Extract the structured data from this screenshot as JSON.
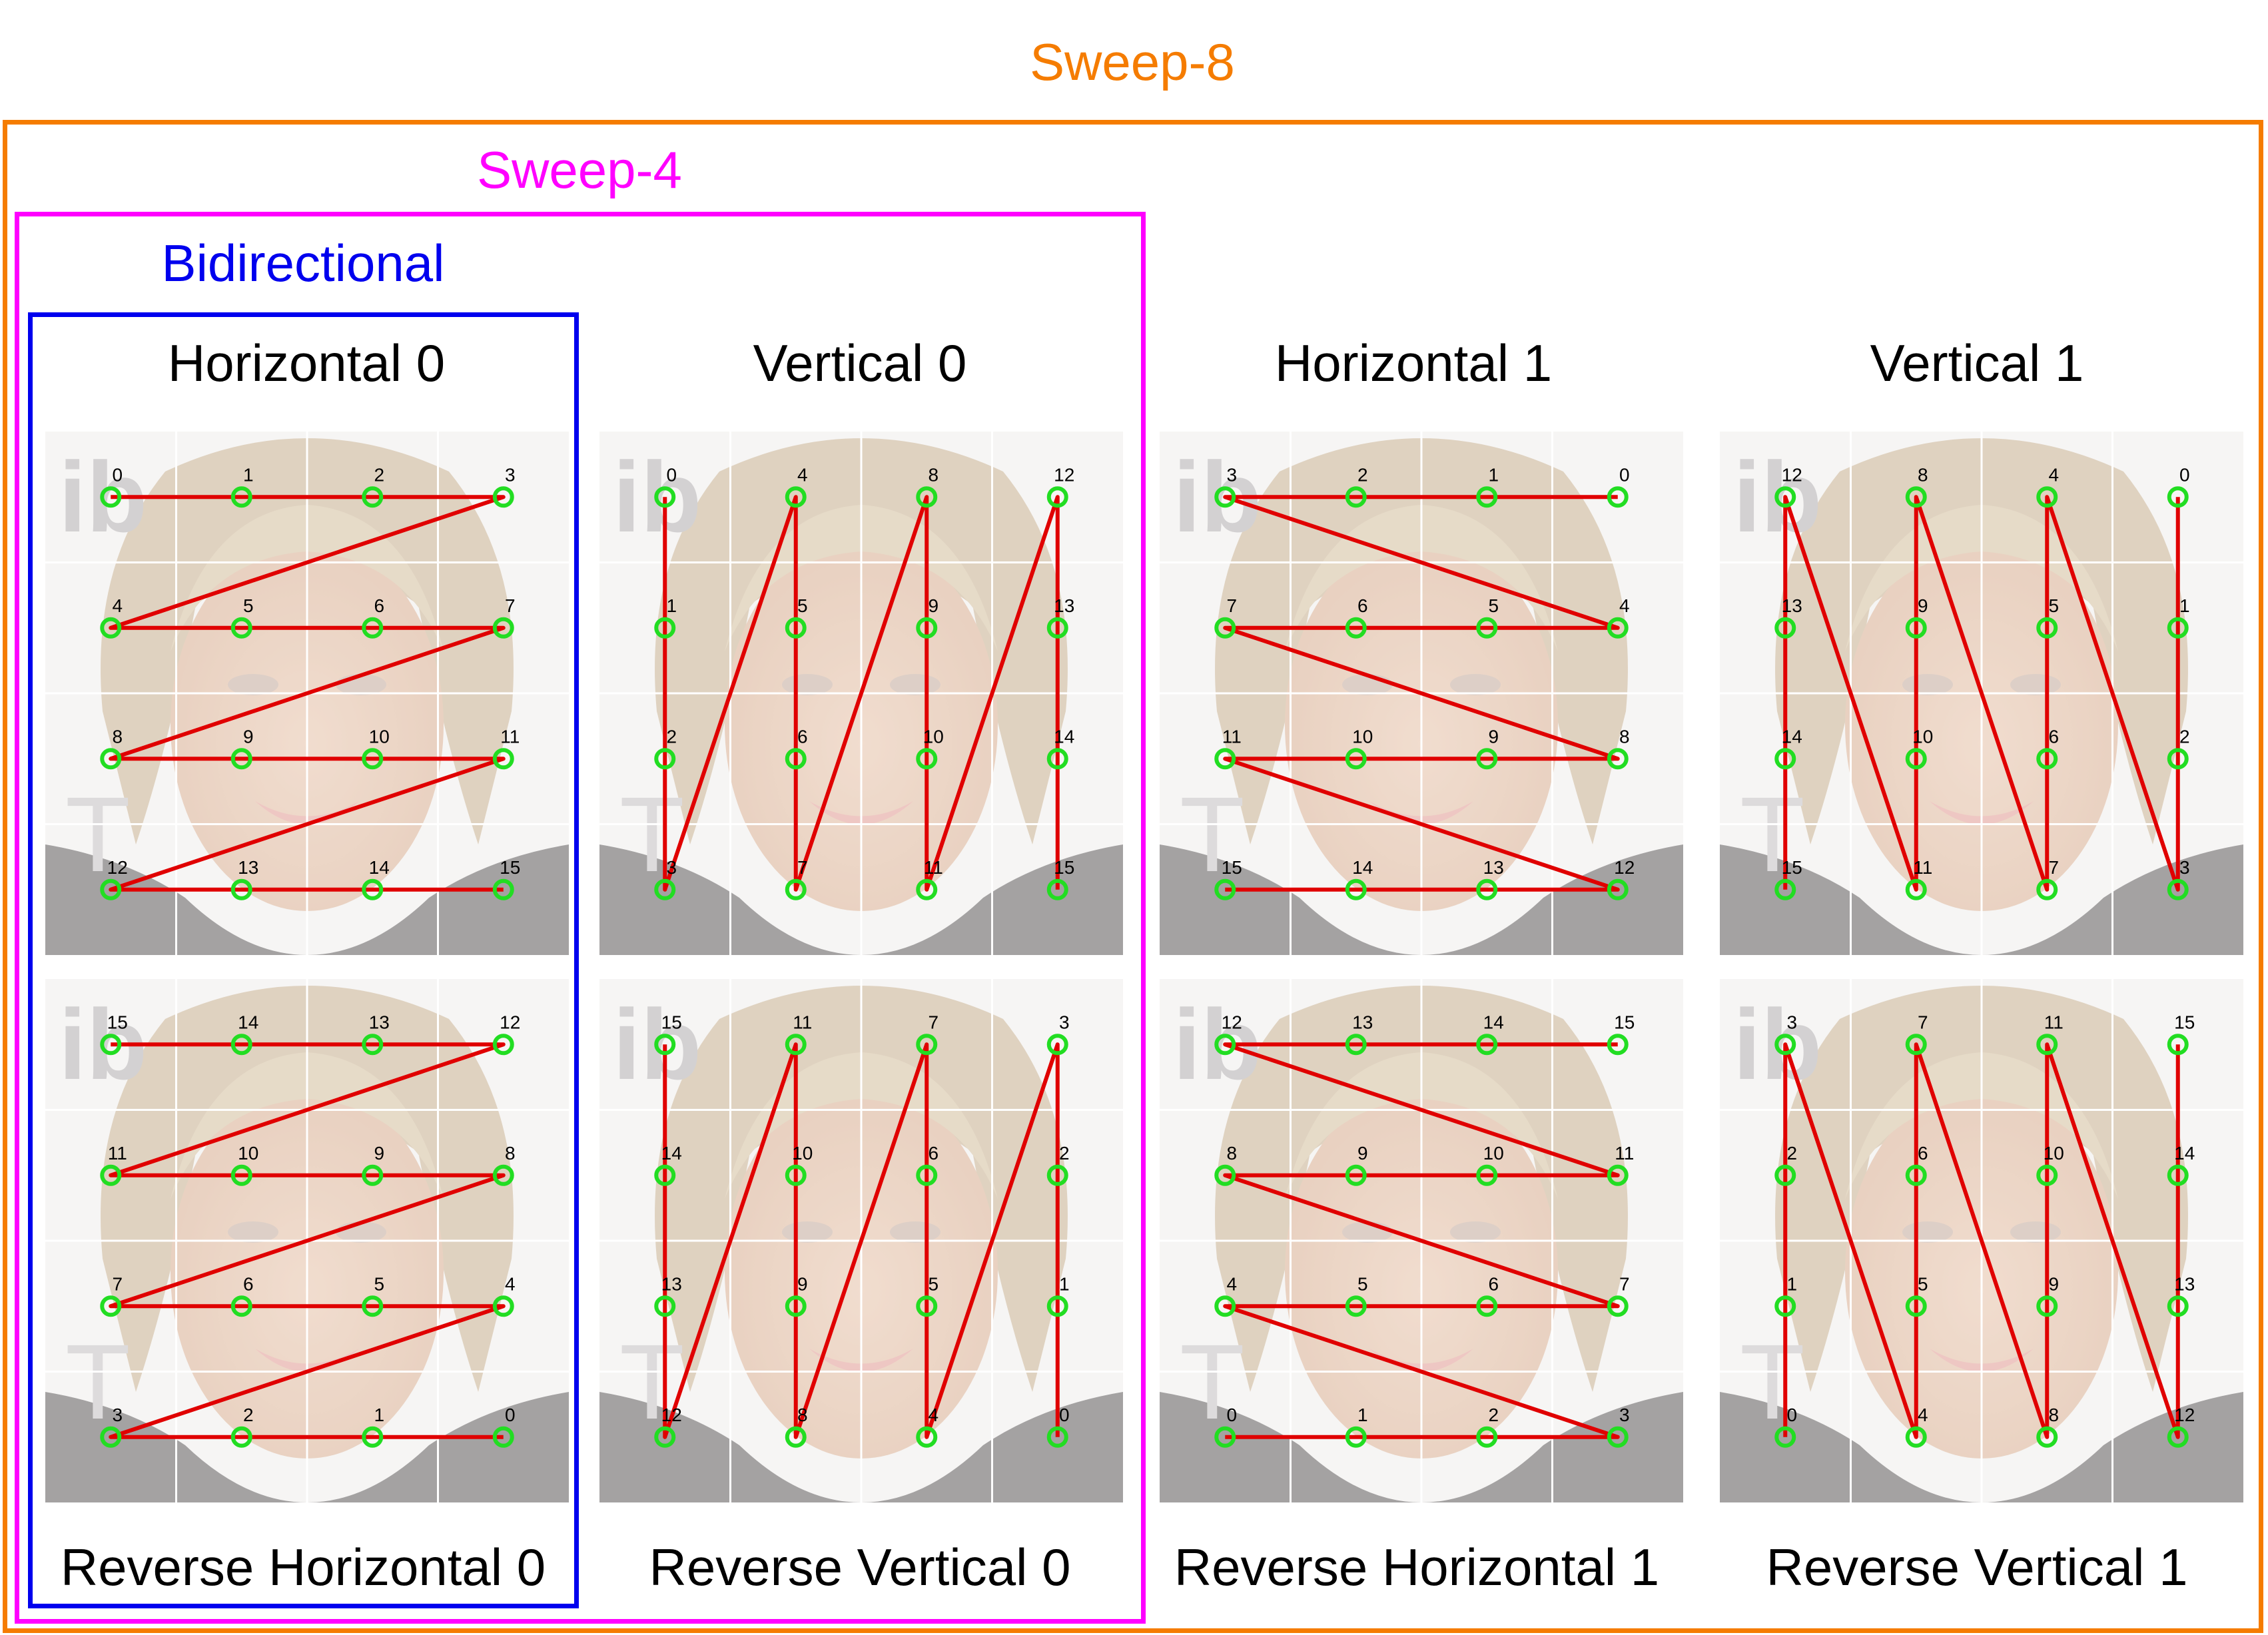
{
  "frames": {
    "sweep8": "Sweep-8",
    "sweep4": "Sweep-4",
    "bidirectional": "Bidirectional"
  },
  "columns": [
    {
      "top_title": "Horizontal 0",
      "bottom_title": "Reverse Horizontal 0"
    },
    {
      "top_title": "Vertical 0",
      "bottom_title": "Reverse Vertical 0"
    },
    {
      "top_title": "Horizontal 1",
      "bottom_title": "Reverse Horizontal 1"
    },
    {
      "top_title": "Vertical 1",
      "bottom_title": "Reverse Vertical 1"
    }
  ],
  "colors": {
    "sweep8": "#f57c00",
    "sweep4": "#ff00ff",
    "bidirectional": "#0000ee",
    "path": "#e00000",
    "node": "#22dd22"
  },
  "panels": [
    {
      "name": "horizontal-0",
      "labels": [
        [
          0,
          1,
          2,
          3
        ],
        [
          4,
          5,
          6,
          7
        ],
        [
          8,
          9,
          10,
          11
        ],
        [
          12,
          13,
          14,
          15
        ]
      ],
      "order": [
        [
          0,
          0
        ],
        [
          0,
          1
        ],
        [
          0,
          2
        ],
        [
          0,
          3
        ],
        [
          1,
          0
        ],
        [
          1,
          1
        ],
        [
          1,
          2
        ],
        [
          1,
          3
        ],
        [
          2,
          0
        ],
        [
          2,
          1
        ],
        [
          2,
          2
        ],
        [
          2,
          3
        ],
        [
          3,
          0
        ],
        [
          3,
          1
        ],
        [
          3,
          2
        ],
        [
          3,
          3
        ]
      ]
    },
    {
      "name": "vertical-0",
      "labels": [
        [
          0,
          4,
          8,
          12
        ],
        [
          1,
          5,
          9,
          13
        ],
        [
          2,
          6,
          10,
          14
        ],
        [
          3,
          7,
          11,
          15
        ]
      ],
      "order": [
        [
          0,
          0
        ],
        [
          1,
          0
        ],
        [
          2,
          0
        ],
        [
          3,
          0
        ],
        [
          0,
          1
        ],
        [
          1,
          1
        ],
        [
          2,
          1
        ],
        [
          3,
          1
        ],
        [
          0,
          2
        ],
        [
          1,
          2
        ],
        [
          2,
          2
        ],
        [
          3,
          2
        ],
        [
          0,
          3
        ],
        [
          1,
          3
        ],
        [
          2,
          3
        ],
        [
          3,
          3
        ]
      ]
    },
    {
      "name": "horizontal-1",
      "labels": [
        [
          3,
          2,
          1,
          0
        ],
        [
          7,
          6,
          5,
          4
        ],
        [
          11,
          10,
          9,
          8
        ],
        [
          15,
          14,
          13,
          12
        ]
      ],
      "order": [
        [
          0,
          3
        ],
        [
          0,
          2
        ],
        [
          0,
          1
        ],
        [
          0,
          0
        ],
        [
          1,
          3
        ],
        [
          1,
          2
        ],
        [
          1,
          1
        ],
        [
          1,
          0
        ],
        [
          2,
          3
        ],
        [
          2,
          2
        ],
        [
          2,
          1
        ],
        [
          2,
          0
        ],
        [
          3,
          3
        ],
        [
          3,
          2
        ],
        [
          3,
          1
        ],
        [
          3,
          0
        ]
      ]
    },
    {
      "name": "vertical-1",
      "labels": [
        [
          12,
          8,
          4,
          0
        ],
        [
          13,
          9,
          5,
          1
        ],
        [
          14,
          10,
          6,
          2
        ],
        [
          15,
          11,
          7,
          3
        ]
      ],
      "order": [
        [
          0,
          3
        ],
        [
          1,
          3
        ],
        [
          2,
          3
        ],
        [
          3,
          3
        ],
        [
          0,
          2
        ],
        [
          1,
          2
        ],
        [
          2,
          2
        ],
        [
          3,
          2
        ],
        [
          0,
          1
        ],
        [
          1,
          1
        ],
        [
          2,
          1
        ],
        [
          3,
          1
        ],
        [
          0,
          0
        ],
        [
          1,
          0
        ],
        [
          2,
          0
        ],
        [
          3,
          0
        ]
      ]
    },
    {
      "name": "reverse-horizontal-0",
      "labels": [
        [
          15,
          14,
          13,
          12
        ],
        [
          11,
          10,
          9,
          8
        ],
        [
          7,
          6,
          5,
          4
        ],
        [
          3,
          2,
          1,
          0
        ]
      ],
      "order": [
        [
          3,
          3
        ],
        [
          3,
          2
        ],
        [
          3,
          1
        ],
        [
          3,
          0
        ],
        [
          2,
          3
        ],
        [
          2,
          2
        ],
        [
          2,
          1
        ],
        [
          2,
          0
        ],
        [
          1,
          3
        ],
        [
          1,
          2
        ],
        [
          1,
          1
        ],
        [
          1,
          0
        ],
        [
          0,
          3
        ],
        [
          0,
          2
        ],
        [
          0,
          1
        ],
        [
          0,
          0
        ]
      ]
    },
    {
      "name": "reverse-vertical-0",
      "labels": [
        [
          15,
          11,
          7,
          3
        ],
        [
          14,
          10,
          6,
          2
        ],
        [
          13,
          9,
          5,
          1
        ],
        [
          12,
          8,
          4,
          0
        ]
      ],
      "order": [
        [
          3,
          3
        ],
        [
          2,
          3
        ],
        [
          1,
          3
        ],
        [
          0,
          3
        ],
        [
          3,
          2
        ],
        [
          2,
          2
        ],
        [
          1,
          2
        ],
        [
          0,
          2
        ],
        [
          3,
          1
        ],
        [
          2,
          1
        ],
        [
          1,
          1
        ],
        [
          0,
          1
        ],
        [
          3,
          0
        ],
        [
          2,
          0
        ],
        [
          1,
          0
        ],
        [
          0,
          0
        ]
      ]
    },
    {
      "name": "reverse-horizontal-1",
      "labels": [
        [
          12,
          13,
          14,
          15
        ],
        [
          8,
          9,
          10,
          11
        ],
        [
          4,
          5,
          6,
          7
        ],
        [
          0,
          1,
          2,
          3
        ]
      ],
      "order": [
        [
          3,
          0
        ],
        [
          3,
          1
        ],
        [
          3,
          2
        ],
        [
          3,
          3
        ],
        [
          2,
          0
        ],
        [
          2,
          1
        ],
        [
          2,
          2
        ],
        [
          2,
          3
        ],
        [
          1,
          0
        ],
        [
          1,
          1
        ],
        [
          1,
          2
        ],
        [
          1,
          3
        ],
        [
          0,
          0
        ],
        [
          0,
          1
        ],
        [
          0,
          2
        ],
        [
          0,
          3
        ]
      ]
    },
    {
      "name": "reverse-vertical-1",
      "labels": [
        [
          3,
          7,
          11,
          15
        ],
        [
          2,
          6,
          10,
          14
        ],
        [
          1,
          5,
          9,
          13
        ],
        [
          0,
          4,
          8,
          12
        ]
      ],
      "order": [
        [
          3,
          0
        ],
        [
          2,
          0
        ],
        [
          1,
          0
        ],
        [
          0,
          0
        ],
        [
          3,
          1
        ],
        [
          2,
          1
        ],
        [
          1,
          1
        ],
        [
          0,
          1
        ],
        [
          3,
          2
        ],
        [
          2,
          2
        ],
        [
          1,
          2
        ],
        [
          0,
          2
        ],
        [
          3,
          3
        ],
        [
          2,
          3
        ],
        [
          1,
          3
        ],
        [
          0,
          3
        ]
      ]
    }
  ]
}
